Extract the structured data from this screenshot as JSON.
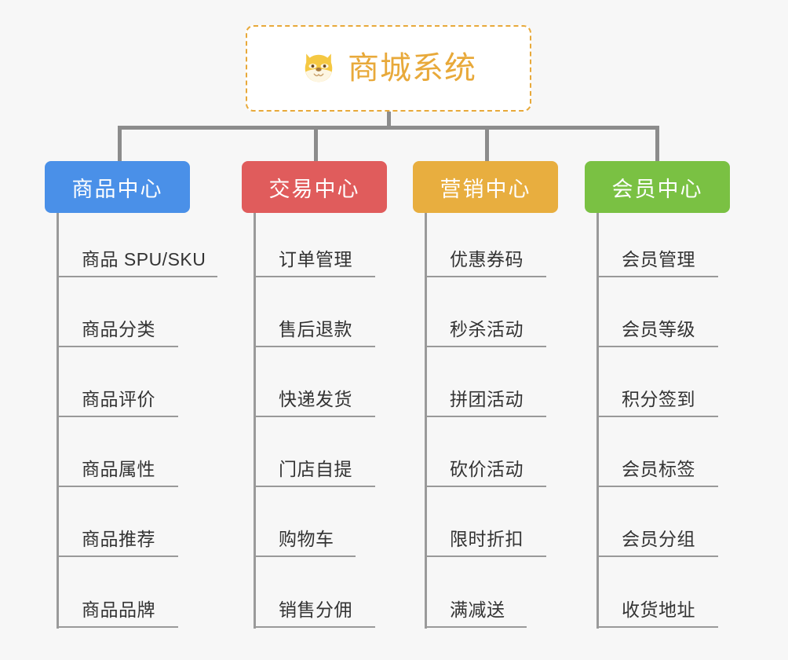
{
  "page": {
    "background_color": "#f7f7f7",
    "type": "mind-map"
  },
  "root": {
    "title": "商城系统",
    "icon": "shiba-dog-face-icon",
    "text_color": "#e8a93a",
    "border_color": "#e8a93a",
    "background_color": "#ffffff"
  },
  "connector_color": "#8c8c8c",
  "branches": [
    {
      "label": "商品中心",
      "color": "#4a90e8",
      "items": [
        {
          "label": "商品 SPU/SKU",
          "rule_width": 205
        },
        {
          "label": "商品分类",
          "rule_width": 155
        },
        {
          "label": "商品评价",
          "rule_width": 155
        },
        {
          "label": "商品属性",
          "rule_width": 155
        },
        {
          "label": "商品推荐",
          "rule_width": 155
        },
        {
          "label": "商品品牌",
          "rule_width": 155
        }
      ]
    },
    {
      "label": "交易中心",
      "color": "#e05c5c",
      "items": [
        {
          "label": "订单管理",
          "rule_width": 155
        },
        {
          "label": "售后退款",
          "rule_width": 155
        },
        {
          "label": "快递发货",
          "rule_width": 155
        },
        {
          "label": "门店自提",
          "rule_width": 155
        },
        {
          "label": "购物车",
          "rule_width": 130
        },
        {
          "label": "销售分佣",
          "rule_width": 155
        }
      ]
    },
    {
      "label": "营销中心",
      "color": "#e8ae3f",
      "items": [
        {
          "label": "优惠券码",
          "rule_width": 155
        },
        {
          "label": "秒杀活动",
          "rule_width": 155
        },
        {
          "label": "拼团活动",
          "rule_width": 155
        },
        {
          "label": "砍价活动",
          "rule_width": 155
        },
        {
          "label": "限时折扣",
          "rule_width": 155
        },
        {
          "label": "满减送",
          "rule_width": 130
        }
      ]
    },
    {
      "label": "会员中心",
      "color": "#7ac143",
      "items": [
        {
          "label": "会员管理",
          "rule_width": 155
        },
        {
          "label": "会员等级",
          "rule_width": 155
        },
        {
          "label": "积分签到",
          "rule_width": 155
        },
        {
          "label": "会员标签",
          "rule_width": 155
        },
        {
          "label": "会员分组",
          "rule_width": 155
        },
        {
          "label": "收货地址",
          "rule_width": 155
        }
      ]
    }
  ]
}
